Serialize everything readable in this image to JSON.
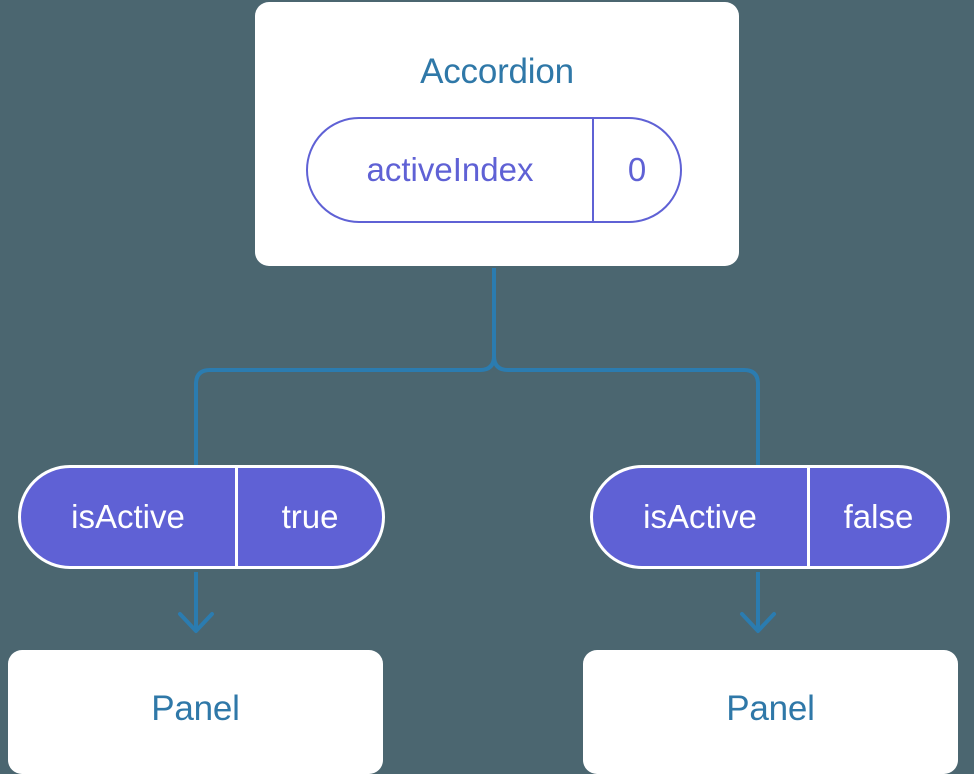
{
  "diagram": {
    "type": "component-tree",
    "background_color": "#4b6670",
    "connector_color": "#2b7cb0",
    "accent_purple": "#5f61d5",
    "title_blue": "#2f78a8",
    "root": {
      "name": "accordion-node",
      "title": "Accordion",
      "prop": {
        "key": "activeIndex",
        "value": "0"
      }
    },
    "branches": [
      {
        "name": "branch-left",
        "prop": {
          "key": "isActive",
          "value": "true"
        },
        "child_title": "Panel"
      },
      {
        "name": "branch-right",
        "prop": {
          "key": "isActive",
          "value": "false"
        },
        "child_title": "Panel"
      }
    ]
  }
}
